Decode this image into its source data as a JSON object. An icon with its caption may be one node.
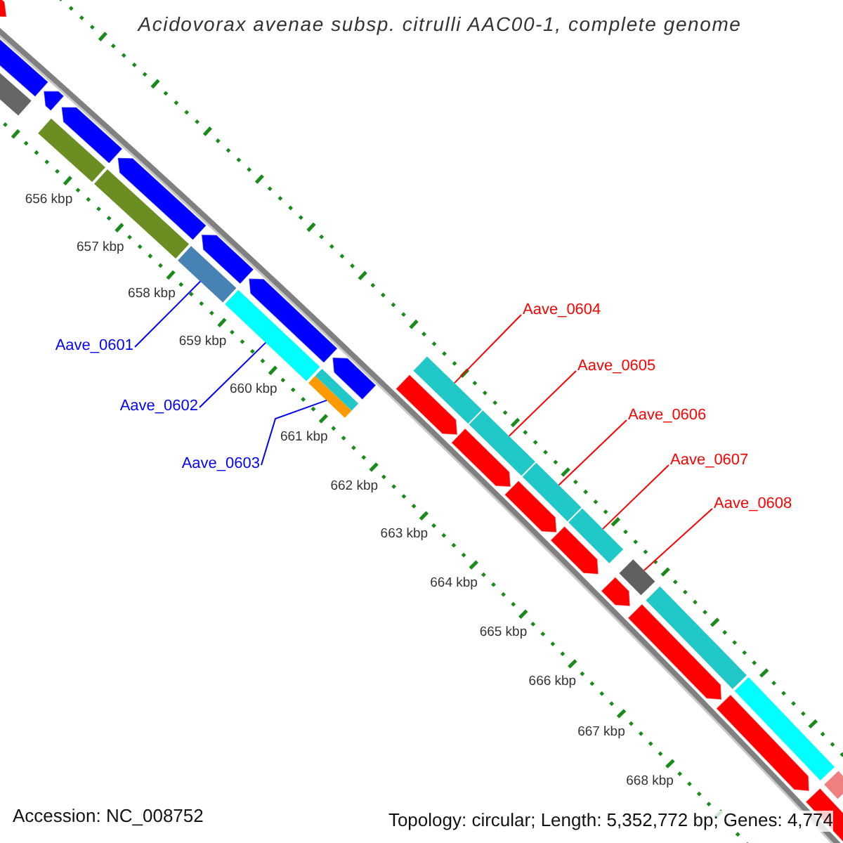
{
  "diagram": {
    "title": "Acidovorax avenae subsp. citrulli AAC00-1, complete genome",
    "nodes": [
      {
        "text": [
          "Aave_0601"
        ]
      },
      {
        "text": [
          "Aave_0602"
        ]
      },
      {
        "text": [
          "Aave_0603"
        ]
      },
      {
        "text": [
          "Aave_0604"
        ]
      },
      {
        "text": [
          "Aave_0605"
        ]
      },
      {
        "text": [
          "Aave_0606"
        ]
      },
      {
        "text": [
          "Aave_0607"
        ]
      },
      {
        "text": [
          "Aave_0608"
        ]
      },
      {
        "text": [],
        "shape": "bar"
      },
      {
        "text": [],
        "shape": "bar"
      },
      {
        "text": [],
        "shape": "bar"
      },
      {
        "text": [],
        "shape": "bar"
      },
      {
        "text": [],
        "shape": "bar"
      },
      {
        "text": [],
        "shape": "bar"
      },
      {
        "text": [],
        "shape": "bar"
      },
      {
        "text": [],
        "shape": "bar"
      },
      {
        "text": [],
        "shape": "bar"
      },
      {
        "text": [],
        "shape": "bar"
      },
      {
        "text": [],
        "shape": "bar"
      },
      {
        "text": [],
        "shape": "bar"
      },
      {
        "text": [],
        "shape": "bar"
      },
      {
        "text": [],
        "shape": "bar"
      },
      {
        "text": [],
        "shape": "bar"
      }
    ],
    "edges": [
      {
        "from": 0,
        "to": 8,
        "arrow": "none",
        "color": "#0000ff"
      },
      {
        "from": 1,
        "to": 9,
        "arrow": "none",
        "color": "#0000ff"
      },
      {
        "from": 2,
        "to": 10,
        "arrow": "none",
        "color": "#0000ff"
      },
      {
        "from": 3,
        "to": 11,
        "arrow": "none"
      },
      {
        "from": 4,
        "to": 12,
        "arrow": "none"
      },
      {
        "from": 5,
        "to": 13,
        "arrow": "none"
      },
      {
        "from": 6,
        "to": 14,
        "arrow": "none"
      },
      {
        "from": 7,
        "to": 15,
        "arrow": "none"
      }
    ],
    "labels": [
      "656 kbp",
      "657 kbp",
      "658 kbp",
      "659 kbp",
      "660 kbp",
      "661 kbp",
      "662 kbp",
      "663 kbp",
      "664 kbp",
      "665 kbp",
      "666 kbp",
      "667 kbp",
      "668 kbp",
      "Accession: NC_008752",
      "Topology: circular; Length: 5,352,772 bp; Genes: 4,774"
    ]
  }
}
